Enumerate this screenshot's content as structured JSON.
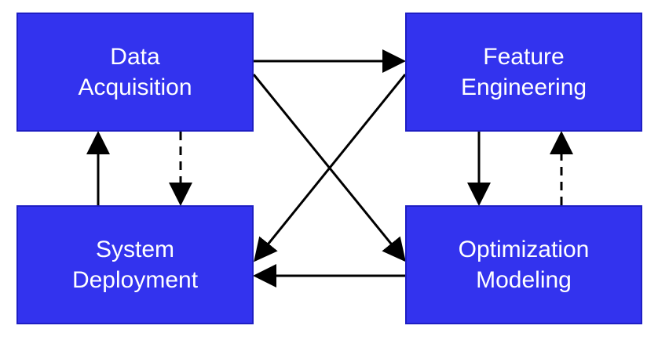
{
  "diagram": {
    "nodes": {
      "data_acquisition": {
        "lines": [
          "Data",
          "Acquisition"
        ]
      },
      "feature_engineering": {
        "lines": [
          "Feature",
          "Engineering"
        ]
      },
      "system_deployment": {
        "lines": [
          "System",
          "Deployment"
        ]
      },
      "optimization_modeling": {
        "lines": [
          "Optimization",
          "Modeling"
        ]
      }
    },
    "edges": [
      {
        "from": "Data Acquisition",
        "to": "Feature Engineering",
        "style": "solid"
      },
      {
        "from": "Data Acquisition",
        "to": "Optimization Modeling",
        "style": "solid"
      },
      {
        "from": "Feature Engineering",
        "to": "System Deployment",
        "style": "solid"
      },
      {
        "from": "Optimization Modeling",
        "to": "System Deployment",
        "style": "solid"
      },
      {
        "from": "System Deployment",
        "to": "Data Acquisition",
        "style": "solid"
      },
      {
        "from": "Data Acquisition",
        "to": "System Deployment",
        "style": "dashed"
      },
      {
        "from": "Feature Engineering",
        "to": "Optimization Modeling",
        "style": "solid"
      },
      {
        "from": "Optimization Modeling",
        "to": "Feature Engineering",
        "style": "dashed"
      }
    ],
    "colors": {
      "node_fill": "#3333ee",
      "node_text": "#ffffff",
      "edge": "#000000"
    }
  }
}
